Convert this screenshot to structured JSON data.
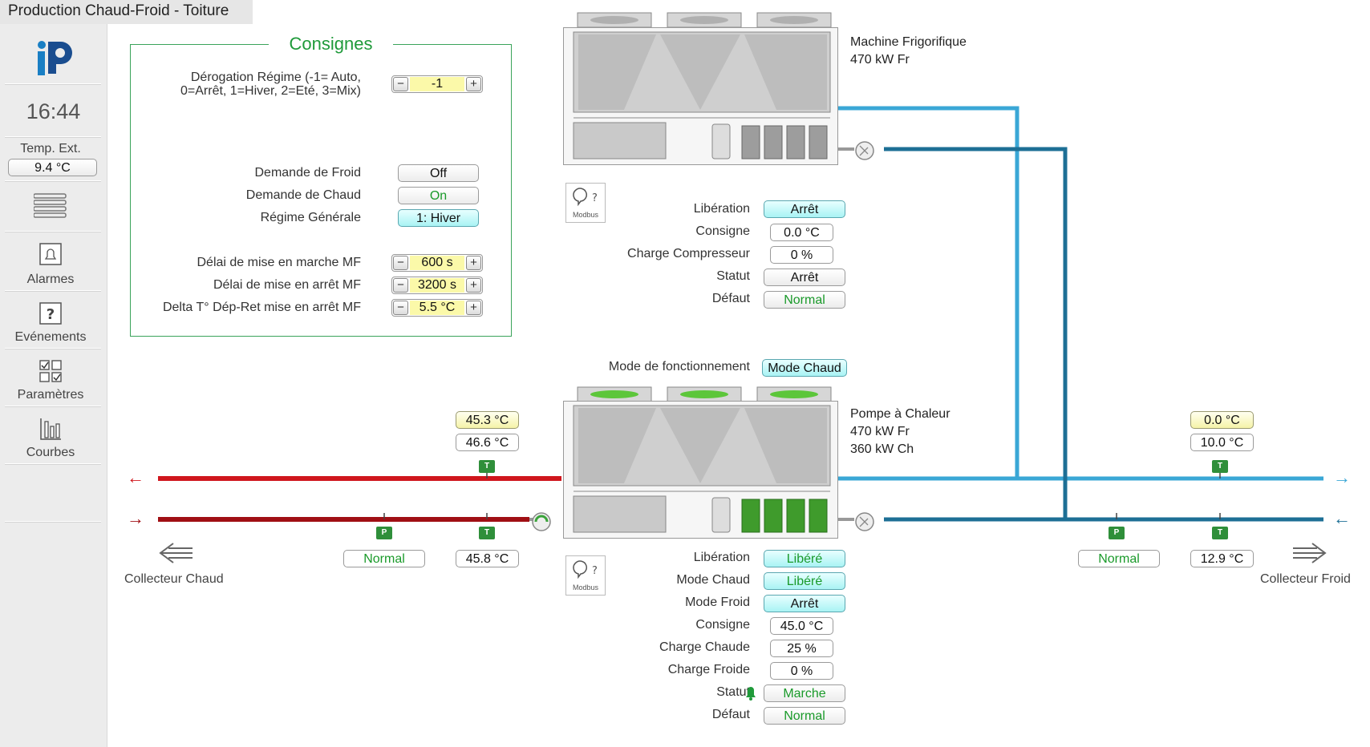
{
  "window": {
    "title": "Production Chaud-Froid - Toiture"
  },
  "sidebar": {
    "time": "16:44",
    "temp_ext_label": "Temp. Ext.",
    "temp_ext_value": "9.4 °C",
    "items": [
      {
        "label": "Alarmes",
        "icon": "bell-icon"
      },
      {
        "label": "Evénements",
        "icon": "question-icon"
      },
      {
        "label": "Paramètres",
        "icon": "checklist-icon"
      },
      {
        "label": "Courbes",
        "icon": "bar-chart-icon"
      }
    ]
  },
  "consignes": {
    "title": "Consignes",
    "derogation_label_1": "Dérogation Régime (-1= Auto,",
    "derogation_label_2": "0=Arrêt, 1=Hiver, 2=Eté, 3=Mix)",
    "derogation_value": "-1",
    "demande_froid_label": "Demande de Froid",
    "demande_froid_value": "Off",
    "demande_chaud_label": "Demande de Chaud",
    "demande_chaud_value": "On",
    "regime_label": "Régime Générale",
    "regime_value": "1: Hiver",
    "delai_marche_label": "Délai de mise en marche MF",
    "delai_marche_value": "600 s",
    "delai_arret_label": "Délai de mise en arrêt MF",
    "delai_arret_value": "3200 s",
    "delta_label": "Delta T° Dép-Ret mise en arrêt MF",
    "delta_value": "5.5 °C",
    "minus": "−",
    "plus": "+"
  },
  "machine_frigo": {
    "name": "Machine Frigorifique",
    "power": "470 kW Fr",
    "modbus": "Modbus",
    "liberation_label": "Libération",
    "liberation_value": "Arrêt",
    "consigne_label": "Consigne",
    "consigne_value": "0.0 °C",
    "charge_label": "Charge Compresseur",
    "charge_value": "0 %",
    "statut_label": "Statut",
    "statut_value": "Arrêt",
    "defaut_label": "Défaut",
    "defaut_value": "Normal"
  },
  "pac": {
    "mode_label": "Mode de fonctionnement",
    "mode_value": "Mode Chaud",
    "name": "Pompe à Chaleur",
    "power_fr": "470 kW Fr",
    "power_ch": "360 kW Ch",
    "modbus": "Modbus",
    "liberation_label": "Libération",
    "liberation_value": "Libéré",
    "mode_chaud_label": "Mode Chaud",
    "mode_chaud_value": "Libéré",
    "mode_froid_label": "Mode Froid",
    "mode_froid_value": "Arrêt",
    "consigne_label": "Consigne",
    "consigne_value": "45.0 °C",
    "charge_chaude_label": "Charge Chaude",
    "charge_chaude_value": "25 %",
    "charge_froide_label": "Charge Froide",
    "charge_froide_value": "0 %",
    "statut_label": "Statut",
    "statut_value": "Marche",
    "defaut_label": "Défaut",
    "defaut_value": "Normal"
  },
  "hot_side": {
    "temp_setpoint": "45.3 °C",
    "temp_depart": "46.6 °C",
    "temp_retour": "45.8 °C",
    "pressure_status": "Normal",
    "collector_label": "Collecteur Chaud",
    "sensor_t": "T",
    "sensor_p": "P"
  },
  "cold_side": {
    "temp_setpoint": "0.0 °C",
    "temp_depart": "10.0 °C",
    "temp_retour": "12.9 °C",
    "pressure_status": "Normal",
    "collector_label": "Collecteur Froid",
    "sensor_t": "T",
    "sensor_p": "P"
  },
  "colors": {
    "hot_supply": "#d0161d",
    "hot_return": "#a00f14",
    "cold_supply": "#3aa7d6",
    "cold_return": "#1d6f95",
    "accent_green": "#1f9a3a"
  }
}
